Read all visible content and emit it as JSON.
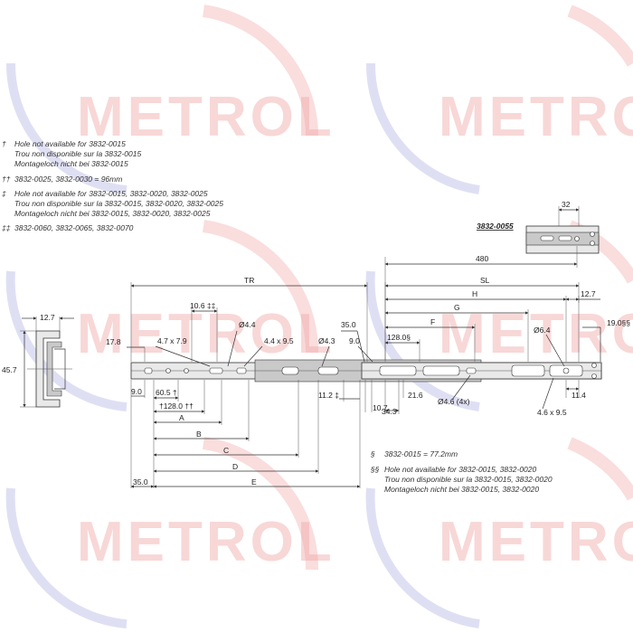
{
  "watermark": {
    "text": "METROL"
  },
  "notes": [
    {
      "symbol": "†",
      "lines": [
        "Hole not available for 3832-0015",
        "Trou non disponible sur la 3832-0015",
        "Montageloch nicht bei 3832-0015"
      ]
    },
    {
      "symbol": "††",
      "lines": [
        "3832-0025, 3832-0030 = 96mm"
      ]
    },
    {
      "symbol": "‡",
      "lines": [
        "Hole not available for 3832-0015, 3832-0020, 3832-0025",
        "Trou non disponible sur la 3832-0015, 3832-0020, 3832-0025",
        "Montageloch nicht bei 3832-0015, 3832-0020, 3832-0025"
      ]
    },
    {
      "symbol": "‡‡",
      "lines": [
        "3832-0060, 3832-0065, 3832-0070"
      ]
    }
  ],
  "bottom_notes": [
    {
      "symbol": "§",
      "lines": [
        "3832-0015 = 77.2mm"
      ]
    },
    {
      "symbol": "§§",
      "lines": [
        "Hole not available for 3832-0015, 3832-0020",
        "Trou non disponible sur la 3832-0015, 3832-0020",
        "Montageloch nicht bei 3832-0015, 3832-0020"
      ]
    }
  ],
  "detail": {
    "label": "3832-0055",
    "width": "32",
    "length": "480"
  },
  "section": {
    "width": "12.7",
    "height": "45.7"
  },
  "dims": {
    "TR": "TR",
    "SL": "SL",
    "H": "H",
    "G": "G",
    "F": "F",
    "A": "A",
    "B": "B",
    "C": "C",
    "D": "D",
    "E": "E",
    "d12_7": "12.7",
    "d19_0": "19.0§§",
    "d10_6": "10.6 ‡‡",
    "d4_4": "Ø4.4",
    "d35_0top": "35.0",
    "d17_8": "17.8",
    "d4_7": "4.7 x 7.9",
    "d4_4x9": "4.4 x 9.5",
    "d4_3": "Ø4.3",
    "d9_0top": "9.0",
    "d128s": "128.0§",
    "d6_4": "Ø6.4",
    "d9_0": "9.0",
    "d60_5": "60.5 †",
    "d128tt": "†128.0 ††",
    "d11_2": "11.2 ‡",
    "d21_6": "21.6",
    "d34_3": "34.3",
    "d4_6": "Ø4.6 (4x)",
    "d10_7": "10.7",
    "d11_4": "11.4",
    "d4_6x9": "4.6 x 9.5",
    "d35_0": "35.0"
  }
}
